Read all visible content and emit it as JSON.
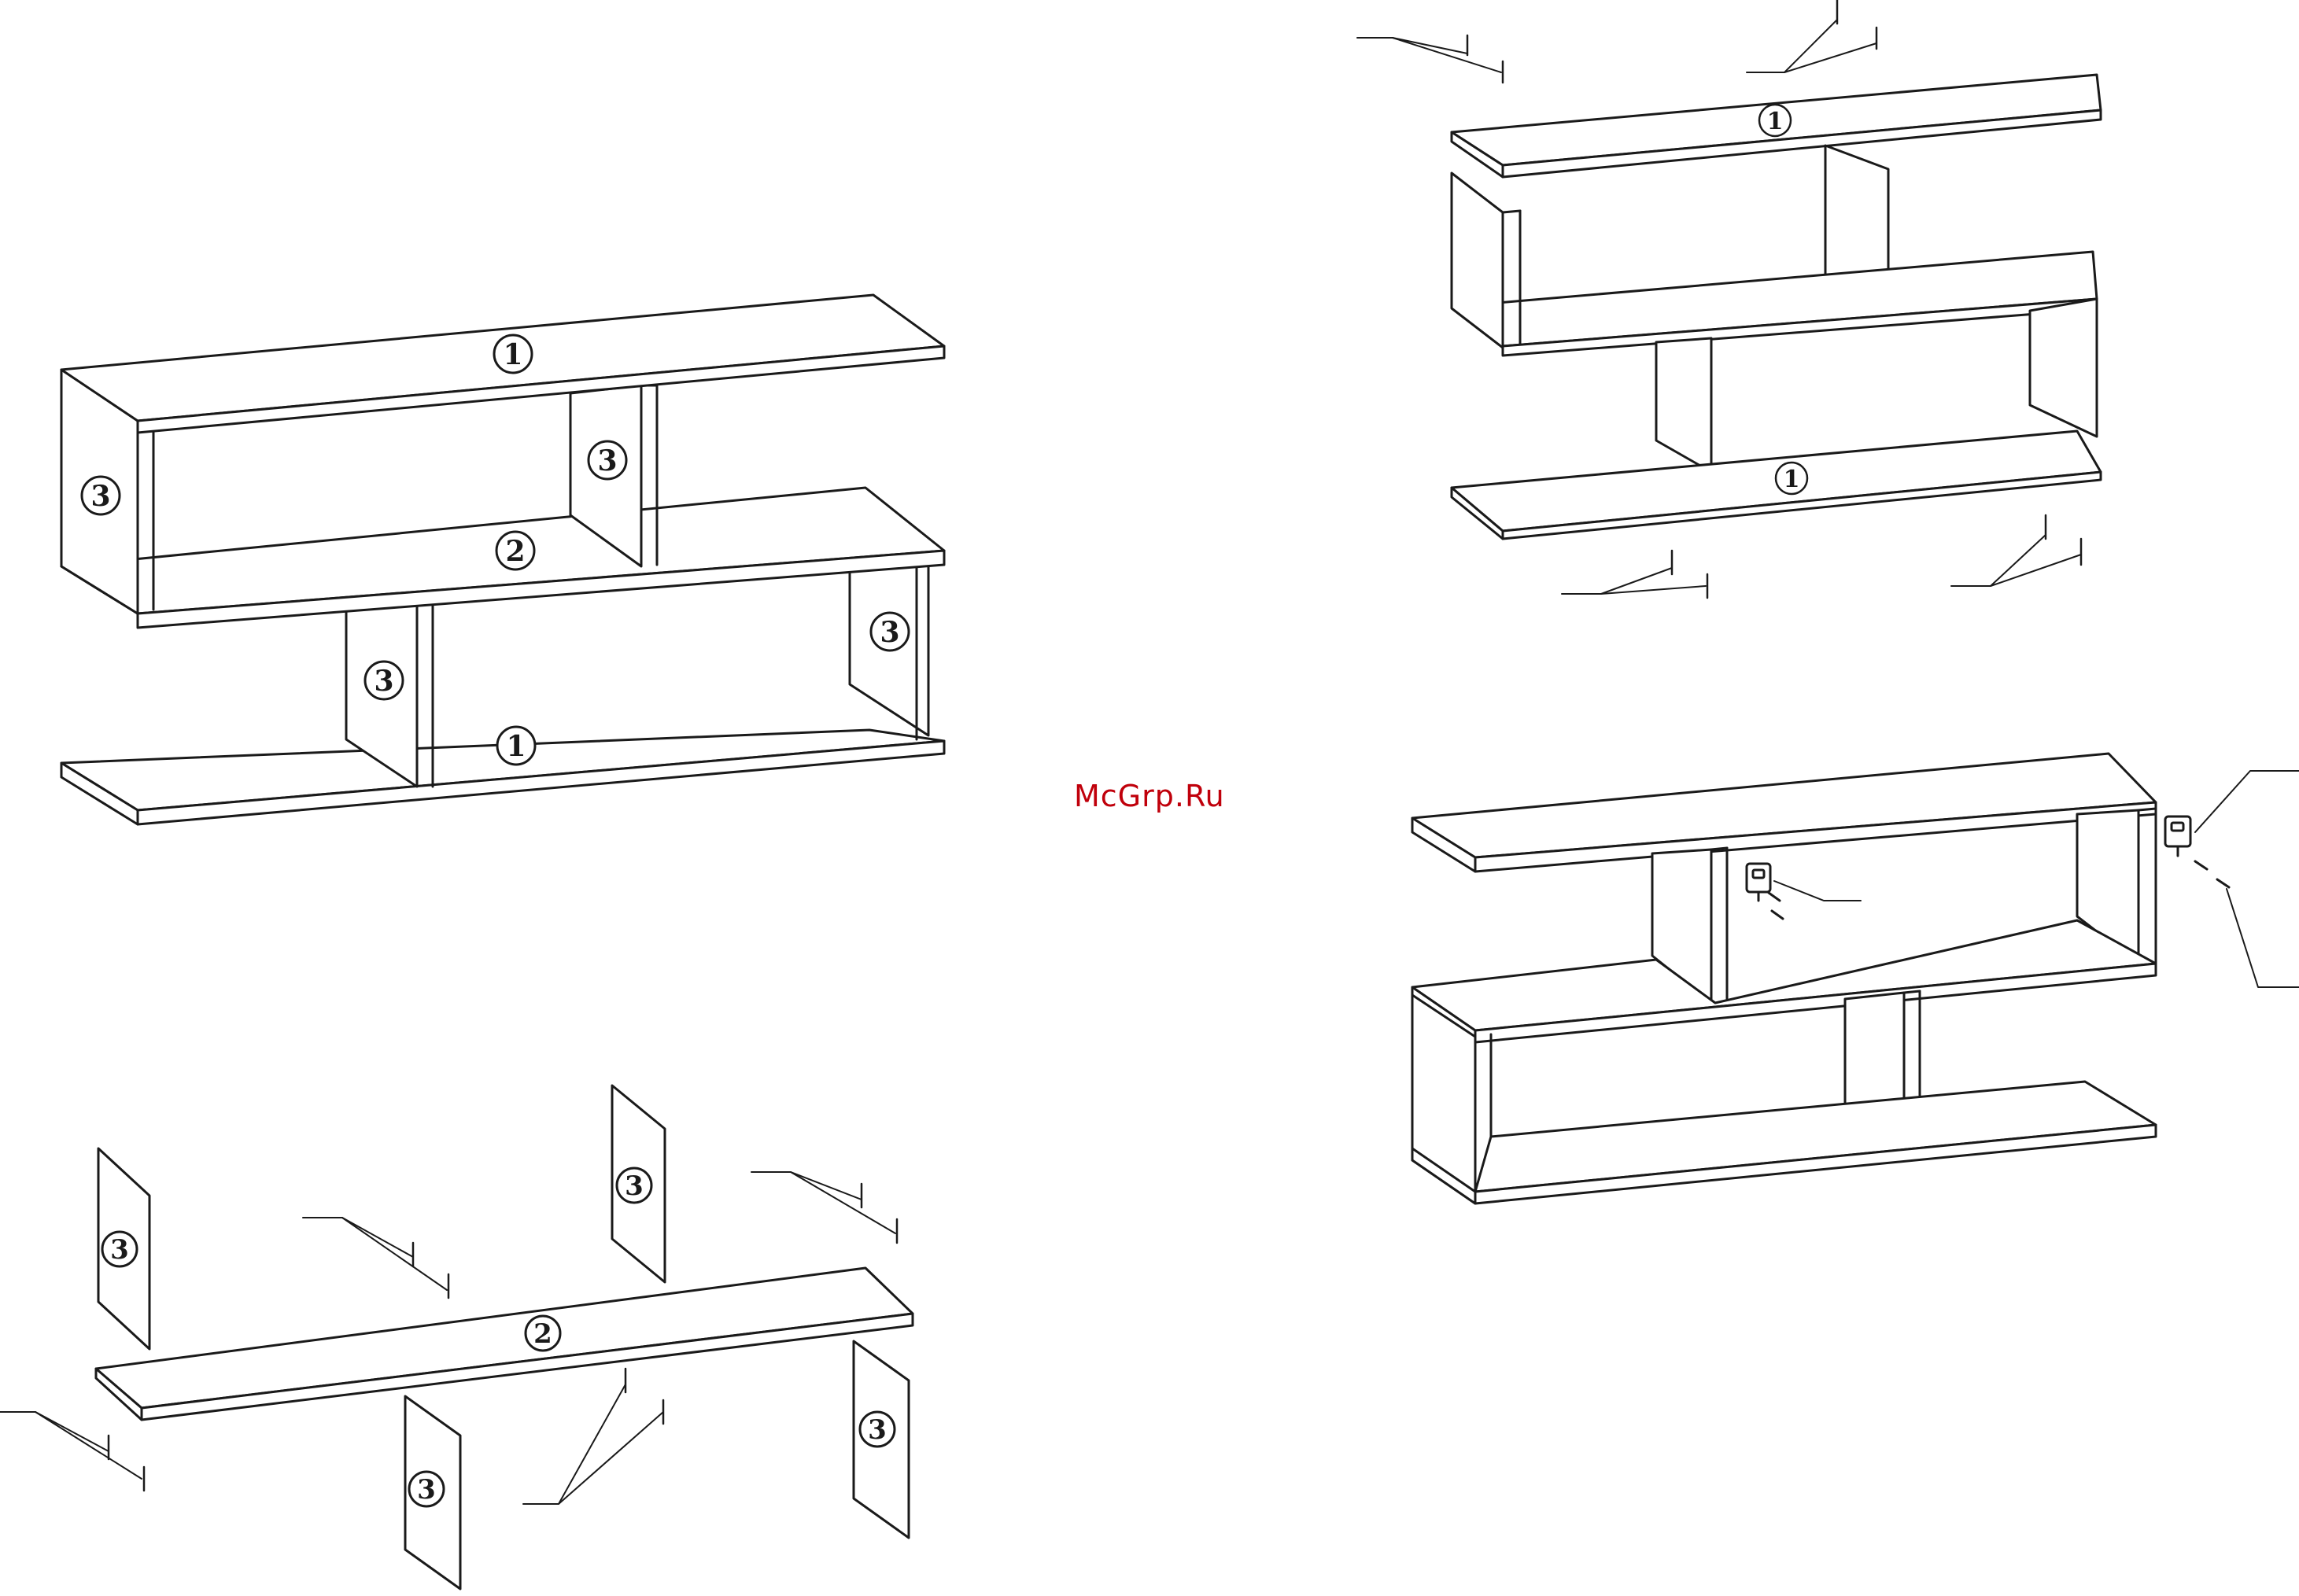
{
  "watermark": "McGrp.Ru",
  "part_labels": {
    "top_board": "1",
    "middle_shelf": "2",
    "side_panel": "3"
  },
  "colors": {
    "line": "#1a1a1a",
    "background": "#ffffff",
    "watermark": "#c0000b"
  }
}
